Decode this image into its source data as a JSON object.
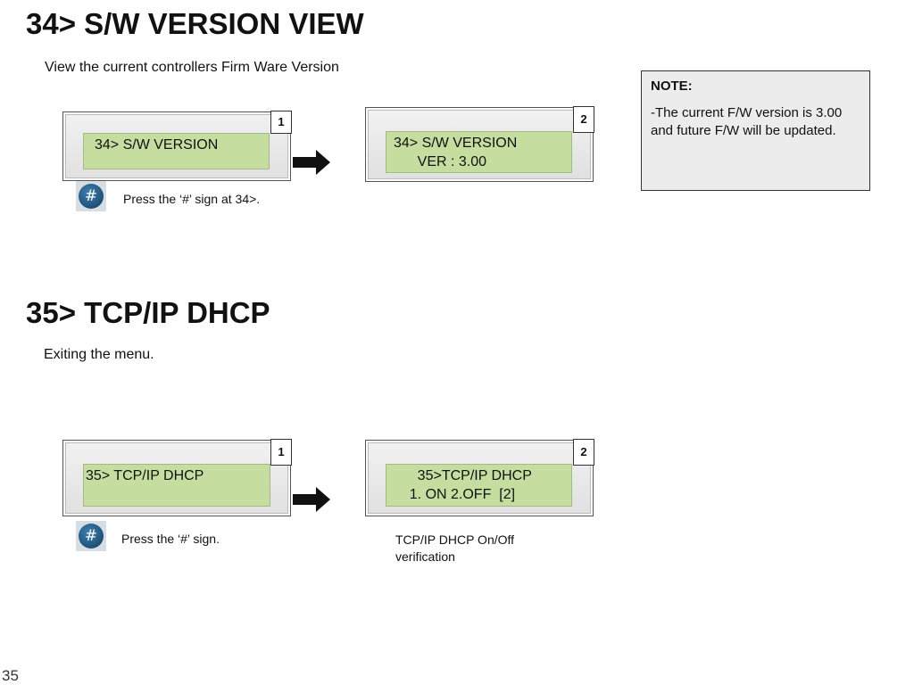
{
  "section34": {
    "title": "34> S/W VERSION VIEW",
    "description": "View the current controllers Firm Ware Version",
    "step1": {
      "badge": "1",
      "screen": "34> S/W VERSION"
    },
    "step2": {
      "badge": "2",
      "screen": "34> S/W VERSION\n      VER : 3.00"
    },
    "key_label": "#",
    "instruction": "Press the ‘#’ sign at 34>."
  },
  "note": {
    "heading": "NOTE:",
    "body": "-The current F/W version is 3.00 and future F/W will be updated."
  },
  "section35": {
    "title": "35> TCP/IP DHCP",
    "description": "Exiting the menu.",
    "step1": {
      "badge": "1",
      "screen": "35> TCP/IP DHCP"
    },
    "step2": {
      "badge": "2",
      "screen": "      35>TCP/IP DHCP\n    1. ON 2.OFF  [2]"
    },
    "key_label": "#",
    "instruction": "Press the ‘#’ sign.",
    "result_caption": "TCP/IP DHCP On/Off verification"
  },
  "page_number": "35",
  "colors": {
    "lcd_green": "#c5dea0",
    "key_blue": "#1f5582",
    "note_bg": "#ececec"
  }
}
